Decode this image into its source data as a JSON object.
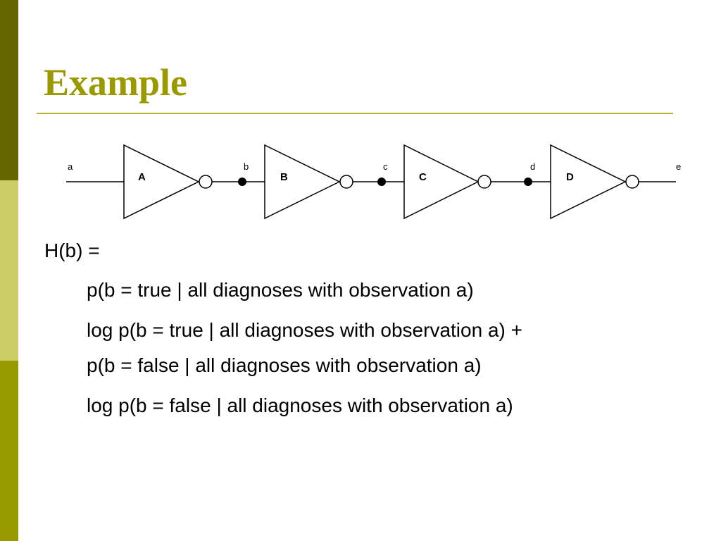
{
  "colors": {
    "accent": "#9a9a00",
    "bar_top": "#666600",
    "bar_mid": "#cccc66",
    "bar_bottom": "#999900",
    "rule": "#b2b230"
  },
  "slide": {
    "title": "Example",
    "circuit": {
      "gates": [
        "A",
        "B",
        "C",
        "D"
      ],
      "signals": [
        "a",
        "b",
        "c",
        "d",
        "e"
      ]
    },
    "lines": [
      "H(b) =",
      "p(b = true | all diagnoses with observation a)",
      "log p(b = true | all diagnoses with observation a) +",
      "p(b = false | all diagnoses with observation a)",
      "log p(b = false | all diagnoses with observation a)"
    ]
  }
}
